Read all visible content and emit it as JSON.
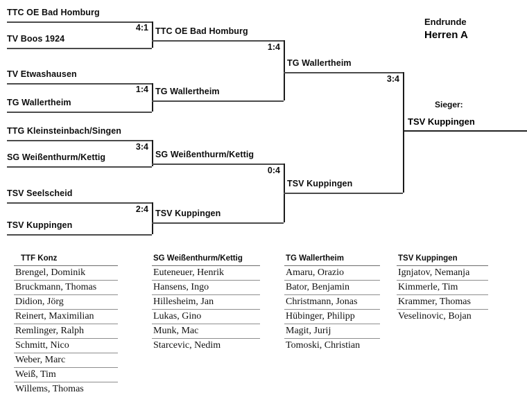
{
  "header": {
    "round_label": "Endrunde",
    "class_label": "Herren A",
    "winner_label": "Sieger:",
    "winner_name": "TSV Kuppingen"
  },
  "bracket": {
    "round1": [
      {
        "top_team": "TTC OE Bad Homburg",
        "bottom_team": "TV Boos 1924",
        "score": "4:1"
      },
      {
        "top_team": "TV Etwashausen",
        "bottom_team": "TG Wallertheim",
        "score": "1:4"
      },
      {
        "top_team": "TTG Kleinsteinbach/Singen",
        "bottom_team": "SG Weißenthurm/Kettig",
        "score": "3:4"
      },
      {
        "top_team": "TSV Seelscheid",
        "bottom_team": "TSV Kuppingen",
        "score": "2:4"
      }
    ],
    "round2": [
      {
        "top_team": "TTC OE Bad Homburg",
        "bottom_team": "TG Wallertheim",
        "score": "1:4"
      },
      {
        "top_team": "SG Weißenthurm/Kettig",
        "bottom_team": "TSV Kuppingen",
        "score": "0:4"
      }
    ],
    "final": [
      {
        "top_team": "TG Wallertheim",
        "bottom_team": "TSV Kuppingen",
        "score": "3:4"
      }
    ]
  },
  "rosters": [
    {
      "club": "TTF Konz",
      "players": [
        "Brengel, Dominik",
        "Bruckmann, Thomas",
        "Didion, Jörg",
        "Reinert, Maximilian",
        "Remlinger, Ralph",
        "Schmitt, Nico",
        "Weber, Marc",
        "Weiß, Tim",
        "Willems, Thomas"
      ]
    },
    {
      "club": "SG Weißenthurm/Kettig",
      "players": [
        "Euteneuer, Henrik",
        "Hansens, Ingo",
        "Hillesheim, Jan",
        "Lukas, Gino",
        "Munk, Mac",
        "Starcevic, Nedim"
      ]
    },
    {
      "club": "TG Wallertheim",
      "players": [
        "Amaru, Orazio",
        "Bator, Benjamin",
        "Christmann, Jonas",
        "Hübinger, Philipp",
        "Magit, Jurij",
        "Tomoski, Christian"
      ]
    },
    {
      "club": "TSV Kuppingen",
      "players": [
        "Ignjatov, Nemanja",
        "Kimmerle, Tim",
        "Krammer, Thomas",
        "Veselinovic, Bojan"
      ]
    }
  ]
}
